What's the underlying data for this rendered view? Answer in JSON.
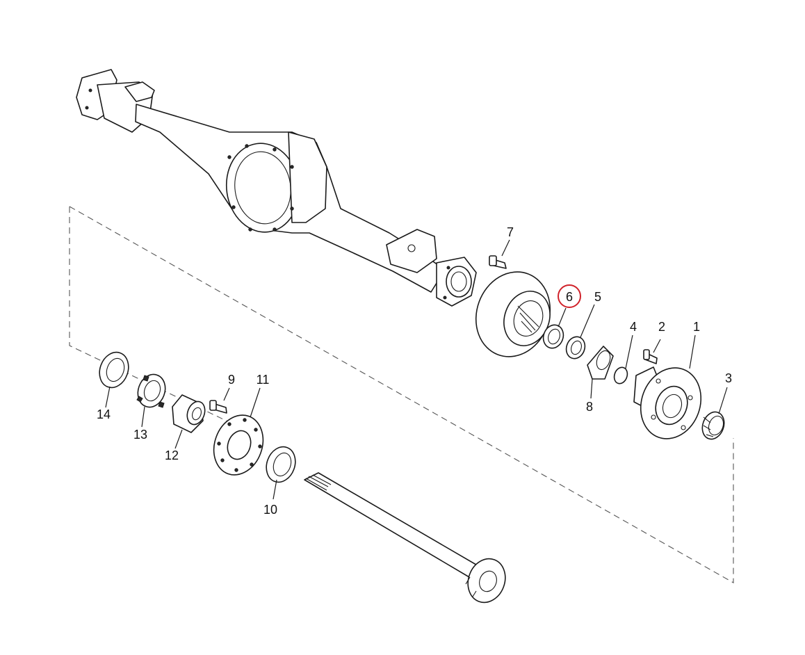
{
  "diagram": {
    "highlight_color": "#d0222a",
    "highlighted_callout": "6",
    "callouts": [
      {
        "id": "callout-1",
        "label": "1"
      },
      {
        "id": "callout-2",
        "label": "2"
      },
      {
        "id": "callout-3",
        "label": "3"
      },
      {
        "id": "callout-4",
        "label": "4"
      },
      {
        "id": "callout-5",
        "label": "5"
      },
      {
        "id": "callout-6",
        "label": "6"
      },
      {
        "id": "callout-7",
        "label": "7"
      },
      {
        "id": "callout-8",
        "label": "8"
      },
      {
        "id": "callout-9",
        "label": "9"
      },
      {
        "id": "callout-10",
        "label": "10"
      },
      {
        "id": "callout-11",
        "label": "11"
      },
      {
        "id": "callout-12",
        "label": "12"
      },
      {
        "id": "callout-13",
        "label": "13"
      },
      {
        "id": "callout-14",
        "label": "14"
      }
    ]
  }
}
